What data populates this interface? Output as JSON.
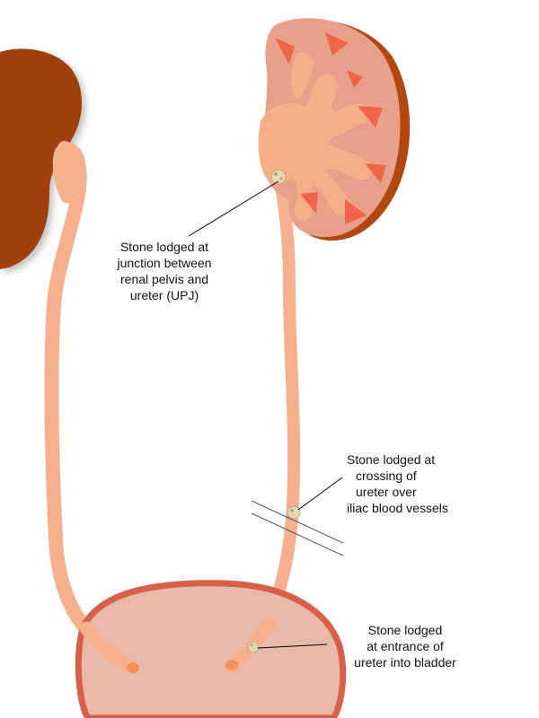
{
  "labels": {
    "upj": [
      "Stone lodged at",
      "junction between",
      "renal pelvis and",
      "ureter (UPJ)"
    ],
    "iliac": [
      "Stone lodged at",
      "crossing of",
      "ureter over",
      "iliac blood vessels"
    ],
    "bladder": [
      "Stone lodged",
      "at entrance of",
      "ureter into bladder"
    ]
  },
  "colors": {
    "left_kidney": "#a0410b",
    "right_kidney": "#e9a08a",
    "kidney_edge": "#b1480f",
    "renal_pelvis": "#f6ae87",
    "ureter": "#f7b08d",
    "calyx": "#f0654a",
    "bladder_fill": "#e8b8a8",
    "bladder_wall": "#d85f49",
    "ureter_orifice": "#f5905a",
    "stone": "#e8d7b3",
    "vessel_line": "#555555",
    "pointer_line": "#000000"
  }
}
